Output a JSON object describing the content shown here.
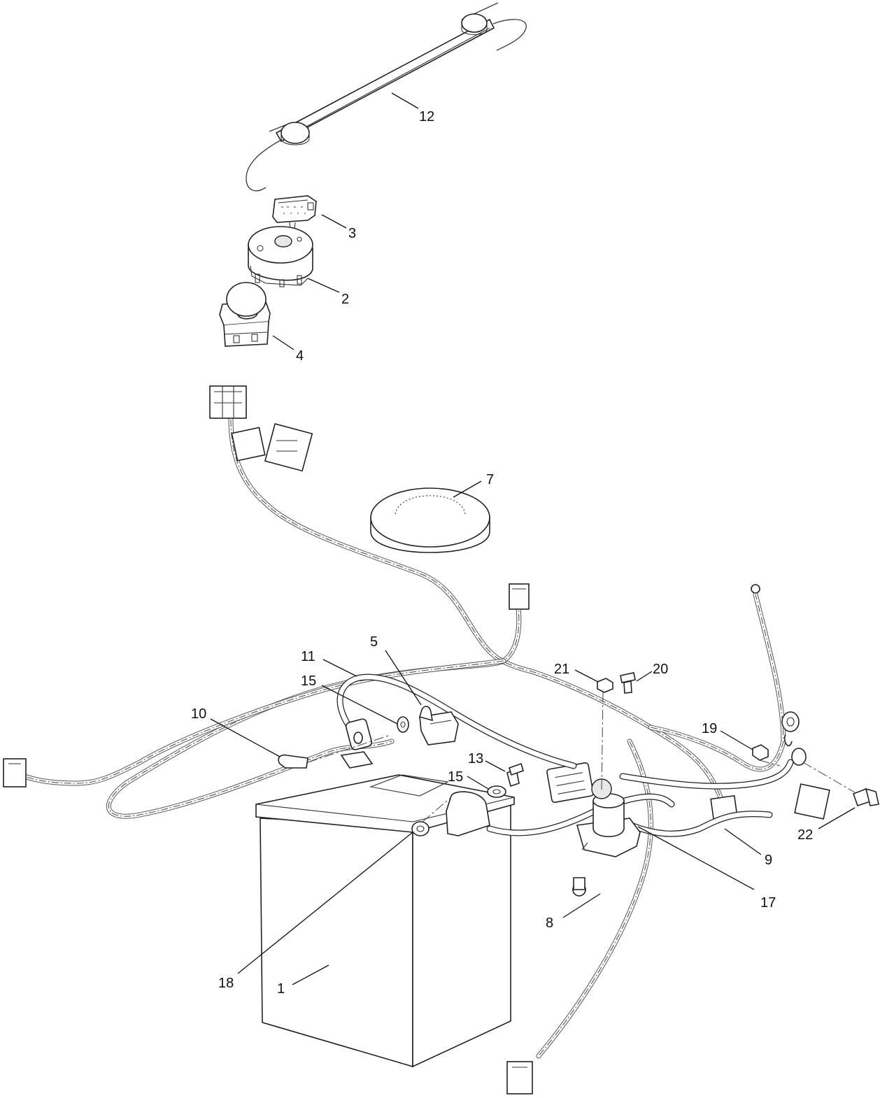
{
  "callouts": [
    {
      "id": "c12",
      "text": "12"
    },
    {
      "id": "c3",
      "text": "3"
    },
    {
      "id": "c2",
      "text": "2"
    },
    {
      "id": "c4",
      "text": "4"
    },
    {
      "id": "c7",
      "text": "7"
    },
    {
      "id": "c11",
      "text": "11"
    },
    {
      "id": "c5",
      "text": "5"
    },
    {
      "id": "c15a",
      "text": "15"
    },
    {
      "id": "c10",
      "text": "10"
    },
    {
      "id": "c21",
      "text": "21"
    },
    {
      "id": "c20",
      "text": "20"
    },
    {
      "id": "c19",
      "text": "19"
    },
    {
      "id": "c13",
      "text": "13"
    },
    {
      "id": "c15b",
      "text": "15"
    },
    {
      "id": "c22",
      "text": "22"
    },
    {
      "id": "c9",
      "text": "9"
    },
    {
      "id": "c17",
      "text": "17"
    },
    {
      "id": "c8",
      "text": "8"
    },
    {
      "id": "c18",
      "text": "18"
    },
    {
      "id": "c1",
      "text": "1"
    }
  ]
}
